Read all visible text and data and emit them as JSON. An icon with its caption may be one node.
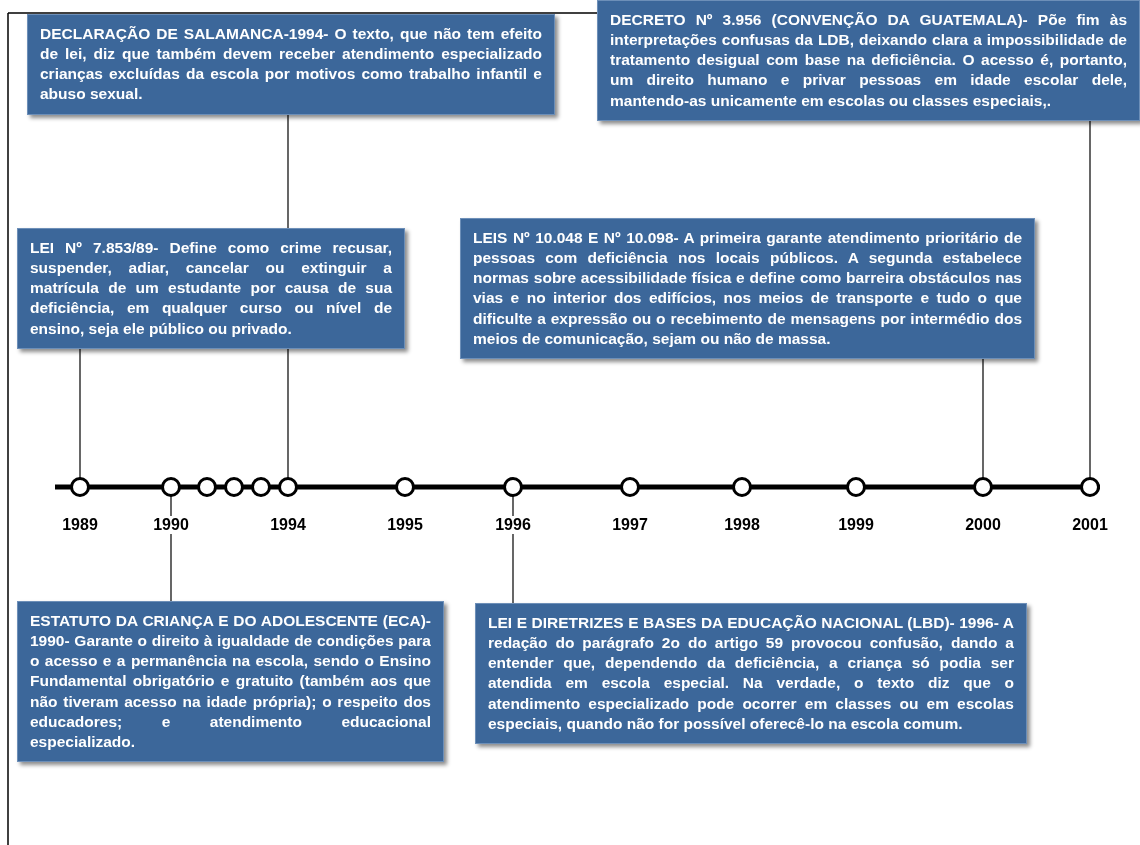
{
  "diagram": {
    "nodes": [
      {
        "text": [
          "DECLARAÇÃO DE SALAMANCA-1994- O texto, que não tem efeito de lei, diz que também devem receber atendimento especializado crianças excluídas da escola por motivos como trabalho infantil e abuso sexual."
        ]
      },
      {
        "text": [
          "DECRETO Nº 3.956 (CONVENÇÃO DA GUATEMALA)- Põe fim às interpretações confusas da LDB, deixando clara a impossibilidade de tratamento desigual com base na deficiência. O acesso é, portanto, um direito humano e privar pessoas em idade escolar dele, mantendo-as unicamente em escolas ou classes especiais,."
        ]
      },
      {
        "text": [
          "LEI Nº 7.853/89- Define como crime recusar, suspender, adiar, cancelar ou extinguir a matrícula de um estudante por causa de sua deficiência, em qualquer curso ou nível de ensino, seja ele público ou privado."
        ]
      },
      {
        "text": [
          "LEIS Nº 10.048 E Nº 10.098- A primeira garante atendimento prioritário de pessoas com deficiência nos locais públicos. A segunda estabelece normas sobre acessibilidade física e define como barreira obstáculos nas vias e no interior dos edifícios, nos meios de transporte e tudo o que dificulte a expressão ou o recebimento de mensagens por intermédio dos meios de comunicação, sejam ou não de massa."
        ]
      },
      {
        "text": [],
        "shape": "circle",
        "beside": [
          "1989"
        ]
      },
      {
        "text": [],
        "shape": "circle",
        "beside": [
          "1990"
        ]
      },
      {
        "text": [],
        "shape": "circle"
      },
      {
        "text": [],
        "shape": "circle"
      },
      {
        "text": [],
        "shape": "circle"
      },
      {
        "text": [],
        "shape": "circle",
        "beside": [
          "1994"
        ]
      },
      {
        "text": [],
        "shape": "circle",
        "beside": [
          "1995"
        ]
      },
      {
        "text": [],
        "shape": "circle",
        "beside": [
          "1996"
        ]
      },
      {
        "text": [],
        "shape": "circle",
        "beside": [
          "1997"
        ]
      },
      {
        "text": [],
        "shape": "circle",
        "beside": [
          "1998"
        ]
      },
      {
        "text": [],
        "shape": "circle",
        "beside": [
          "1999"
        ]
      },
      {
        "text": [],
        "shape": "circle",
        "beside": [
          "2000"
        ]
      },
      {
        "text": [],
        "shape": "circle",
        "beside": [
          "2001"
        ]
      },
      {
        "text": [
          "ESTATUTO DA CRIANÇA E DO ADOLESCENTE (ECA)- 1990- Garante o direito à igualdade de condições para o acesso e a permanência na escola, sendo o Ensino Fundamental obrigatório e gratuito (também aos que não tiveram acesso na idade própria); o respeito dos educadores; e atendimento educacional especializado."
        ]
      },
      {
        "text": [
          "LEI E DIRETRIZES E BASES DA EDUCAÇÃO NACIONAL (LBD)- 1996- A redação do parágrafo 2o do artigo 59 provocou confusão, dando a entender que, dependendo da deficiência, a criança só podia ser atendida em escola especial. Na verdade, o texto diz que o atendimento especializado pode ocorrer em classes ou em escolas especiais, quando não for possível oferecê-lo na escola comum."
        ]
      }
    ],
    "edges": [
      {
        "from": 0,
        "to": 9,
        "arrow": "none"
      },
      {
        "from": 1,
        "to": 16,
        "arrow": "none"
      },
      {
        "from": 2,
        "to": 4,
        "arrow": "none"
      },
      {
        "from": 3,
        "to": 15,
        "arrow": "none"
      },
      {
        "from": 17,
        "to": 5,
        "arrow": "none"
      },
      {
        "from": 18,
        "to": 11,
        "arrow": "none"
      }
    ]
  }
}
